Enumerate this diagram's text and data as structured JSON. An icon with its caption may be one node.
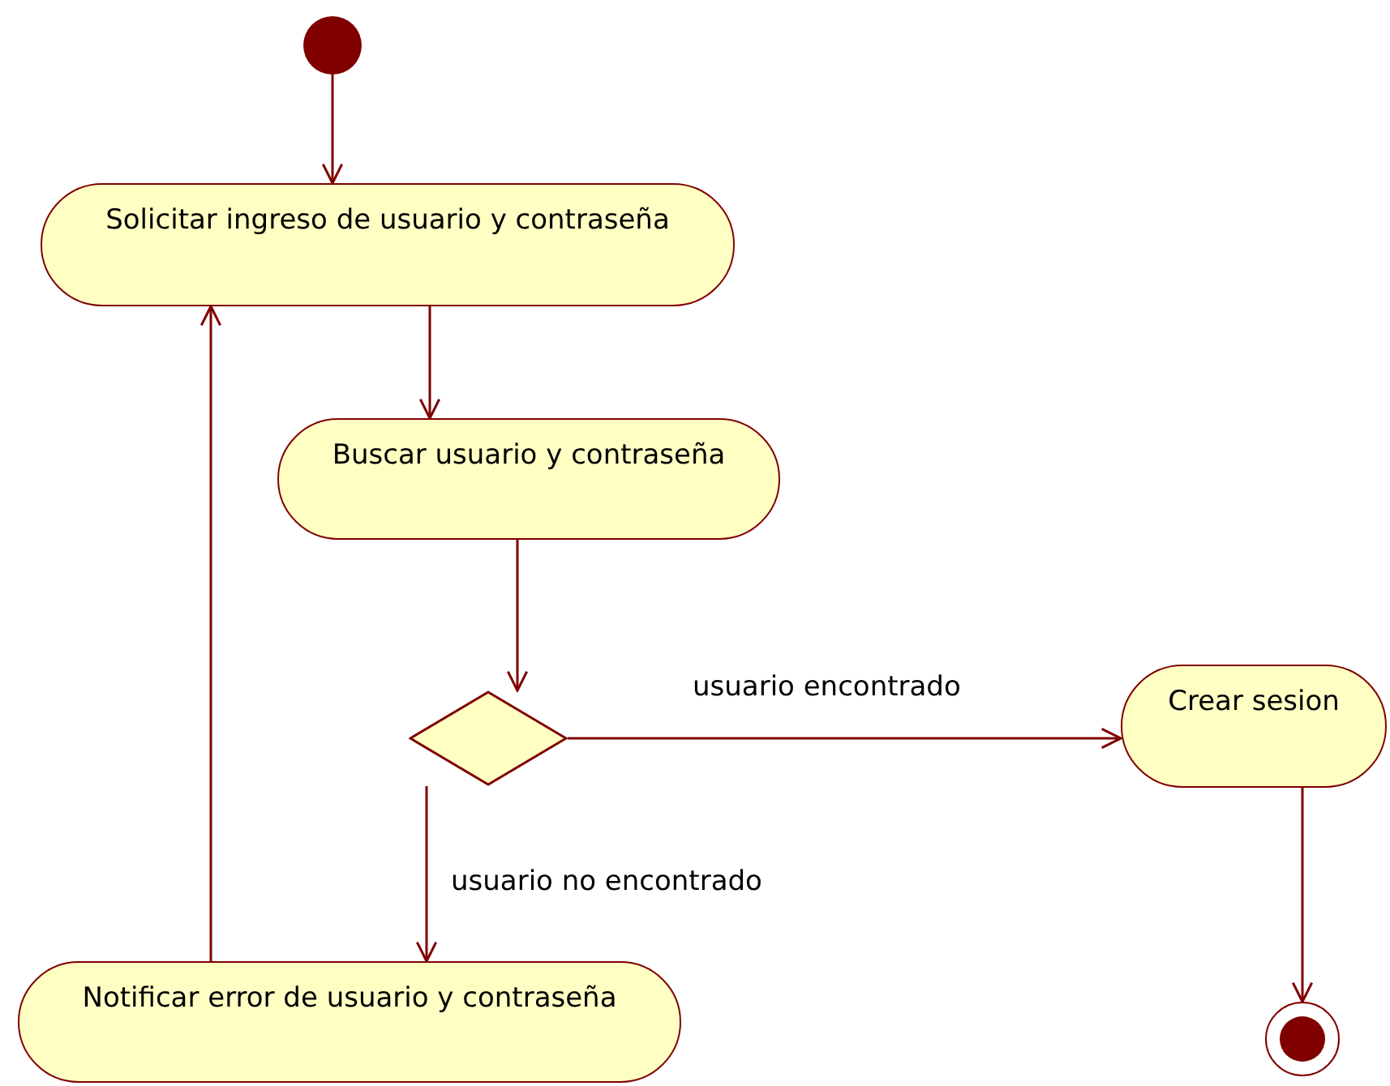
{
  "diagram": {
    "nodes": [
      {
        "text": [],
        "shape": "circle"
      },
      {
        "text": [
          "Solicitar ingreso de usuario y contraseña"
        ]
      },
      {
        "text": [
          "Buscar usuario y contraseña"
        ]
      },
      {
        "text": [],
        "shape": "diamond"
      },
      {
        "text": [
          "Crear sesion"
        ]
      },
      {
        "text": [
          "Notificar error de usuario y contraseña"
        ]
      },
      {
        "text": [],
        "shape": "bullseye"
      }
    ],
    "edges": [
      {
        "from": 0,
        "to": 1,
        "arrow": "to"
      },
      {
        "from": 1,
        "to": 2,
        "arrow": "to"
      },
      {
        "from": 2,
        "to": 3,
        "arrow": "to"
      },
      {
        "from": 3,
        "to": 4,
        "arrow": "to",
        "label": "usuario encontrado"
      },
      {
        "from": 3,
        "to": 5,
        "arrow": "to",
        "label": "usuario no encontrado"
      },
      {
        "from": 5,
        "to": 1,
        "arrow": "to"
      },
      {
        "from": 4,
        "to": 6,
        "arrow": "to"
      }
    ]
  }
}
